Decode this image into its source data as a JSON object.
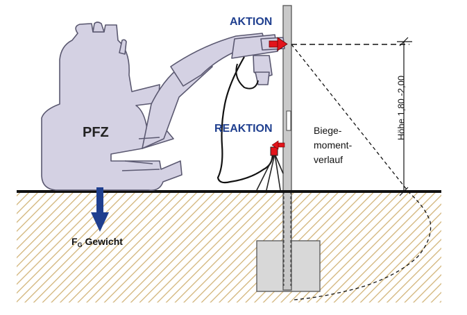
{
  "labels": {
    "aktion": "AKTION",
    "reaktion": "REAKTION",
    "machine": "PFZ",
    "bending_moment": [
      "Biege-",
      "moment-",
      "verlauf"
    ],
    "weight_symbol": "F",
    "weight_subscript": "G",
    "weight_text": " Gewicht",
    "height": "Höhe 1,80 -2,00"
  },
  "colors": {
    "machine_fill": "#d4d1e3",
    "machine_stroke": "#5a5870",
    "label_blue": "#1f3f8f",
    "arrow_red": "#e2141b",
    "weight_arrow": "#1f3f8f",
    "soil_hatch": "#d2b478",
    "post_fill": "#c9c9c9",
    "foundation_fill": "#d8d8d8"
  },
  "icons": {
    "action_arrow": "red-arrow-right-icon",
    "reaction_arrow": "red-arrow-left-icon",
    "weight_arrow": "blue-arrow-down-icon"
  }
}
